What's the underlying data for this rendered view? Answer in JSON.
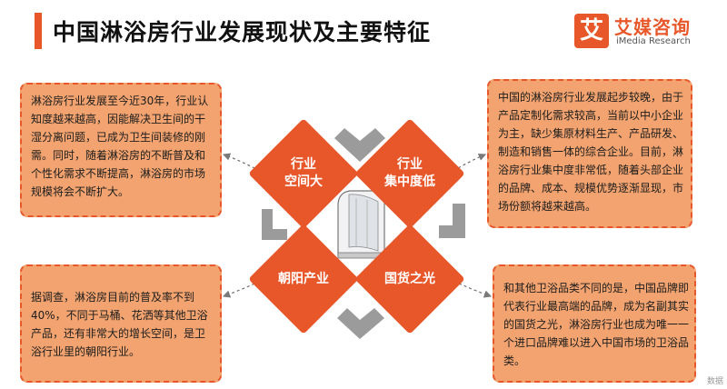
{
  "header": {
    "title": "中国淋浴房行业发展现状及主要特征",
    "logo_mark": "艾",
    "logo_cn": "艾媒咨询",
    "logo_en": "iMedia Research"
  },
  "diamonds": {
    "top_left": [
      "行业",
      "空间大"
    ],
    "top_right": [
      "行业",
      "集中度低"
    ],
    "bottom_left": [
      "朝阳产业"
    ],
    "bottom_right": [
      "国货之光"
    ]
  },
  "cards": {
    "top_left": "淋浴房行业发展至今近30年，行业认知度越来越高，因能解决卫生间的干湿分离问题，已成为卫生间装修的刚需。同时，随着淋浴房的不断普及和个性化需求不断提高，淋浴房的市场规模将会不断扩大。",
    "top_right": "中国的淋浴房行业发展起步较晚，由于产品定制化需求较高，当前以中小企业为主，缺少集原材料生产、产品研发、制造和销售一体的综合企业。目前，淋浴房行业集中度非常低，随着头部企业的品牌、成本、规模优势逐渐显现，市场份额将越来越高。",
    "bottom_left": "据调查，淋浴房目前的普及率不到40%，不同于马桶、花洒等其他卫浴产品，还有非常大的增长空间，是卫浴行业里的朝阳行业。",
    "bottom_right": "和其他卫浴品类不同的是，中国品牌即代表行业最高端的品牌，成为名副其实的国货之光，淋浴房行业也成为唯一一个进口品牌难以进入中国市场的卫浴品类。"
  },
  "colors": {
    "accent": "#e8572a",
    "card_fill": "#f2a36f",
    "arrow": "#9b9b9b"
  },
  "icons": [
    "shower-enclosure-icon",
    "cycle-arrow-icon"
  ],
  "footer": {
    "watermark": "数据"
  }
}
